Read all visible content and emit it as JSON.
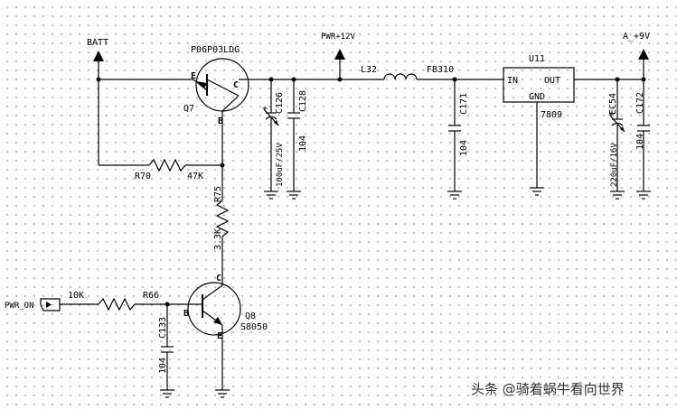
{
  "nets": {
    "batt": "BATT",
    "pwr12": "PWR+12V",
    "a9v": "A_+9V",
    "pwr_on": "PWR_ON"
  },
  "q7": {
    "part": "P06P03LDG",
    "ref": "Q7",
    "pin_e": "E",
    "pin_c": "C",
    "pin_b": "B"
  },
  "q8": {
    "part": "S8050",
    "ref": "Q8",
    "pin_c": "C",
    "pin_b": "B",
    "pin_e": "E"
  },
  "r70": {
    "ref": "R70",
    "value": "47K"
  },
  "r75": {
    "ref": "R75",
    "value": "3.3K"
  },
  "r66": {
    "ref": "R66",
    "value": "10K"
  },
  "c126": {
    "ref": "C126",
    "value": "100uF/25V"
  },
  "c128": {
    "ref": "C128",
    "value": "104"
  },
  "c171": {
    "ref": "C171",
    "value": "104"
  },
  "c172": {
    "ref": "C172",
    "value": "104"
  },
  "c133": {
    "ref": "C133",
    "value": "104"
  },
  "ec54": {
    "ref": "EC54",
    "value": "220uF/16V"
  },
  "l32": {
    "ref": "L32"
  },
  "fb310": {
    "ref": "FB310"
  },
  "u11": {
    "ref": "U11",
    "part": "7809",
    "pin_in": "IN",
    "pin_out": "OUT",
    "pin_gnd": "GND"
  },
  "watermark": "头条 @骑着蜗牛看向世界"
}
